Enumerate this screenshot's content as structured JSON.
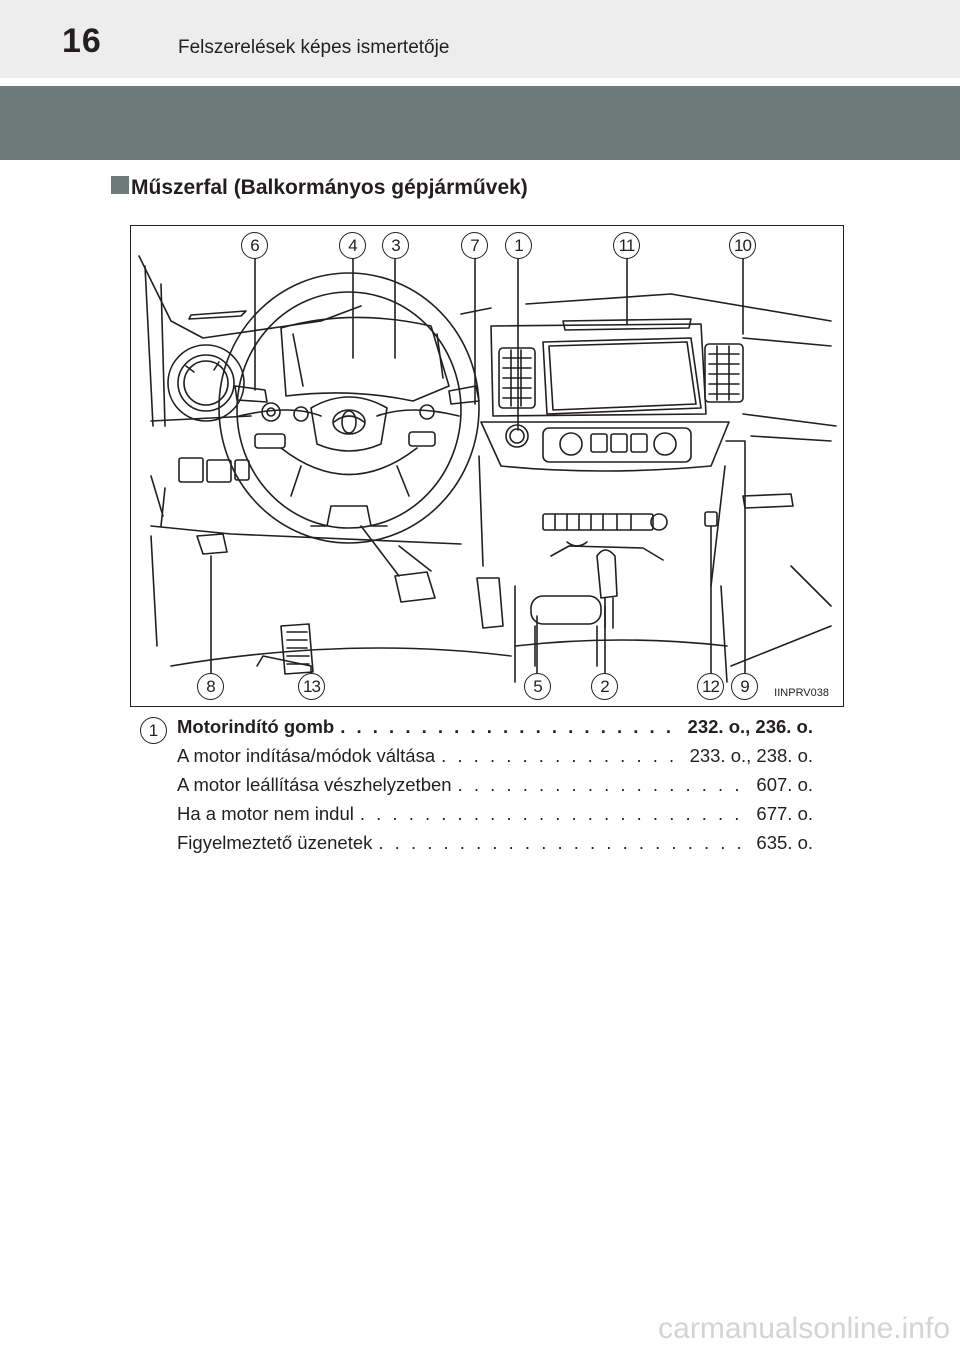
{
  "header": {
    "page_number": "16",
    "title": "Felszerelések képes ismertetője"
  },
  "section": {
    "title": "Műszerfal (Balkormányos gépjárművek)"
  },
  "figure": {
    "code": "IINPRV038",
    "top_callouts": [
      "6",
      "4",
      "3",
      "7",
      "1",
      "11",
      "10"
    ],
    "bottom_callouts": [
      "8",
      "13",
      "5",
      "2",
      "12",
      "9"
    ]
  },
  "entry": {
    "number": "1",
    "main": {
      "label": "Motorindító gomb",
      "pages": "232. o., 236. o."
    },
    "rows": [
      {
        "label": "A motor indítása/módok váltása",
        "pages": "233. o., 238. o."
      },
      {
        "label": "A motor leállítása vészhelyzetben",
        "pages": "607. o."
      },
      {
        "label": "Ha a motor nem indul",
        "pages": "677. o."
      },
      {
        "label": "Figyelmeztető üzenetek",
        "pages": "635. o."
      }
    ]
  },
  "footer": {
    "watermark": "carmanualsonline.info"
  }
}
